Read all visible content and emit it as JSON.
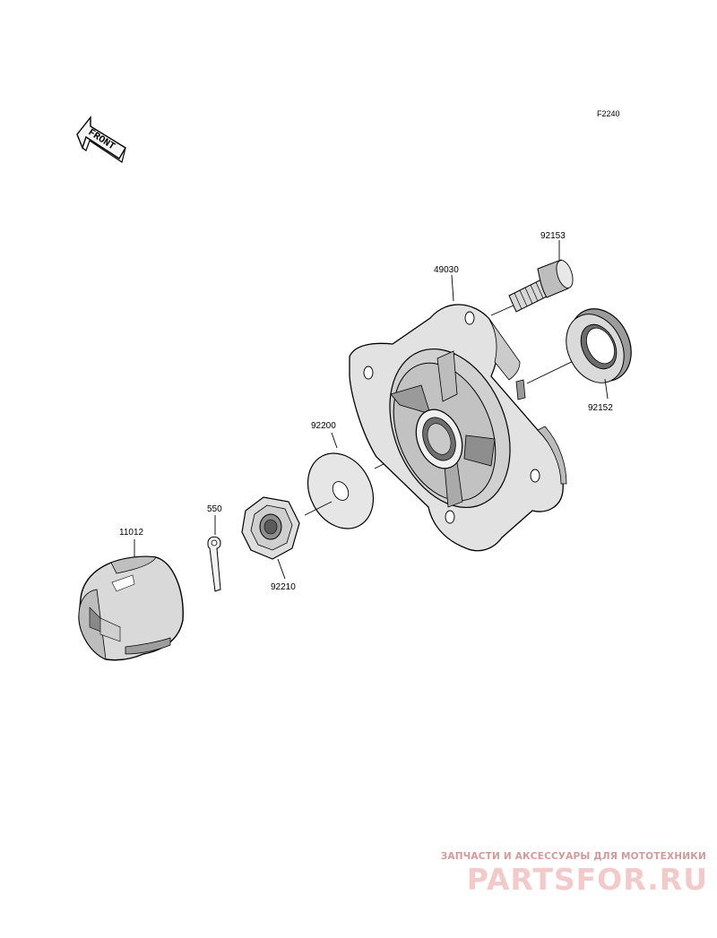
{
  "diagram": {
    "code": "F2240",
    "front_label": "FRONT",
    "parts": [
      {
        "number": "11012"
      },
      {
        "number": "550"
      },
      {
        "number": "92210"
      },
      {
        "number": "92200"
      },
      {
        "number": "49030"
      },
      {
        "number": "92153"
      },
      {
        "number": "92152"
      }
    ]
  },
  "watermark": {
    "tagline": "ЗАПЧАСТИ И АКСЕССУАРЫ ДЛЯ МОТОТЕХНИКИ",
    "brand": "PARTSFOR.RU",
    "color": "#e06060"
  }
}
